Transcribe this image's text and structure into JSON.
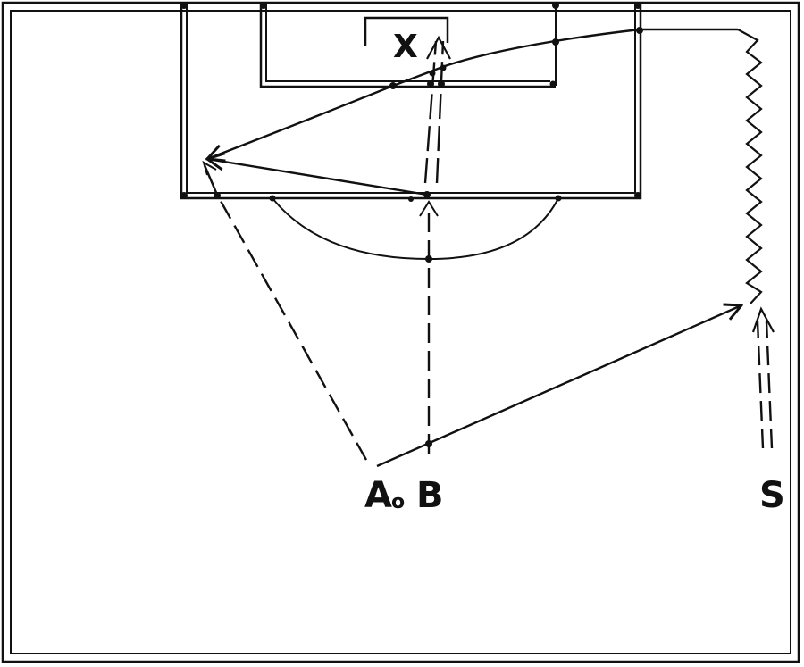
{
  "diagram": {
    "players": {
      "defender": "X",
      "passer": "A",
      "cutter": "B",
      "shooter": "S"
    },
    "player_marker": "o",
    "colors": {
      "ink": "#111111",
      "background": "#ffffff"
    }
  }
}
